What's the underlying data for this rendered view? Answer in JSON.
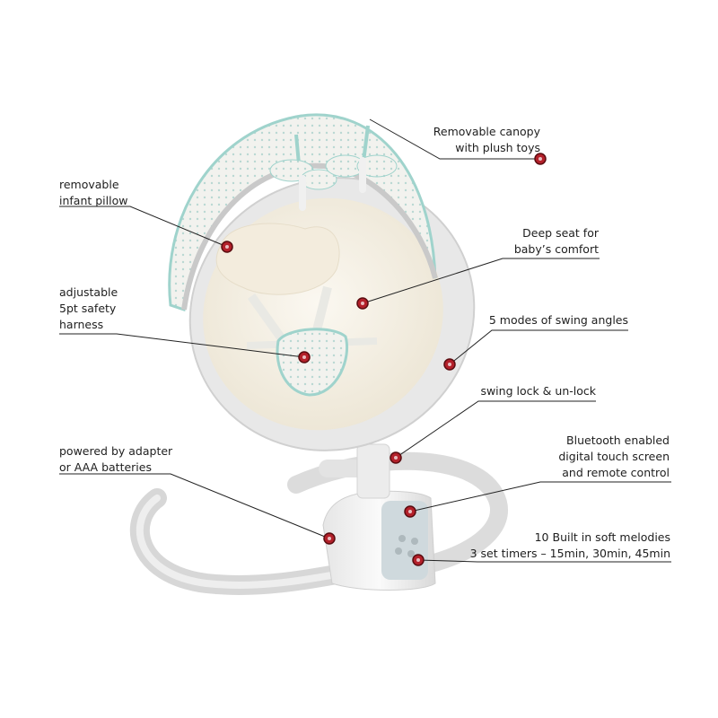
{
  "callouts": [
    {
      "id": "canopy",
      "lines": [
        "Removable canopy",
        "with plush toys"
      ]
    },
    {
      "id": "pillow",
      "lines": [
        "removable",
        "infant pillow"
      ]
    },
    {
      "id": "seat",
      "lines": [
        "Deep seat for",
        "baby’s comfort"
      ]
    },
    {
      "id": "harness",
      "lines": [
        "adjustable",
        "5pt safety",
        "harness"
      ]
    },
    {
      "id": "swing-angles",
      "lines": [
        "5 modes of swing angles"
      ]
    },
    {
      "id": "swing-lock",
      "lines": [
        "swing lock & un-lock"
      ]
    },
    {
      "id": "power",
      "lines": [
        "powered by adapter",
        "or AAA batteries"
      ]
    },
    {
      "id": "bluetooth",
      "lines": [
        "Bluetooth enabled",
        "digital touch screen",
        "and remote control"
      ]
    },
    {
      "id": "melodies",
      "lines": [
        "10 Built in soft melodies",
        "3 set timers – 15min, 30min, 45min"
      ]
    }
  ],
  "colors": {
    "marker": "#b3202a",
    "marker_ring": "#5a0c10",
    "leader": "#222222",
    "frame": "#d9d9d9",
    "fabric": "#f4efe3",
    "trim": "#9fd3cc"
  }
}
